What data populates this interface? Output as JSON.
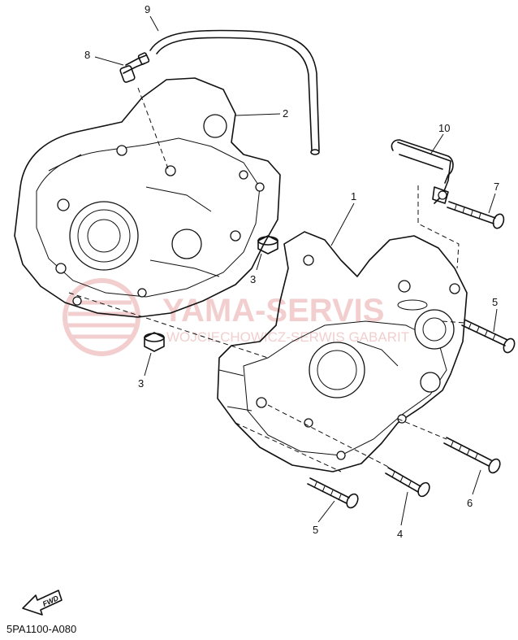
{
  "diagram": {
    "callouts": {
      "c1": "1",
      "c2": "2",
      "c3a": "3",
      "c3b": "3",
      "c4": "4",
      "c5a": "5",
      "c5b": "5",
      "c6": "6",
      "c7": "7",
      "c8": "8",
      "c9": "9",
      "c10": "10"
    },
    "fwd_label": "FWD",
    "diagram_code": "5PA1100-A080"
  },
  "watermark": {
    "title": "YAMA-SERVIS",
    "subtitle": "WOJCIECHOWICZ-SERWIS GABARIT",
    "color": "#e8a7a7"
  }
}
